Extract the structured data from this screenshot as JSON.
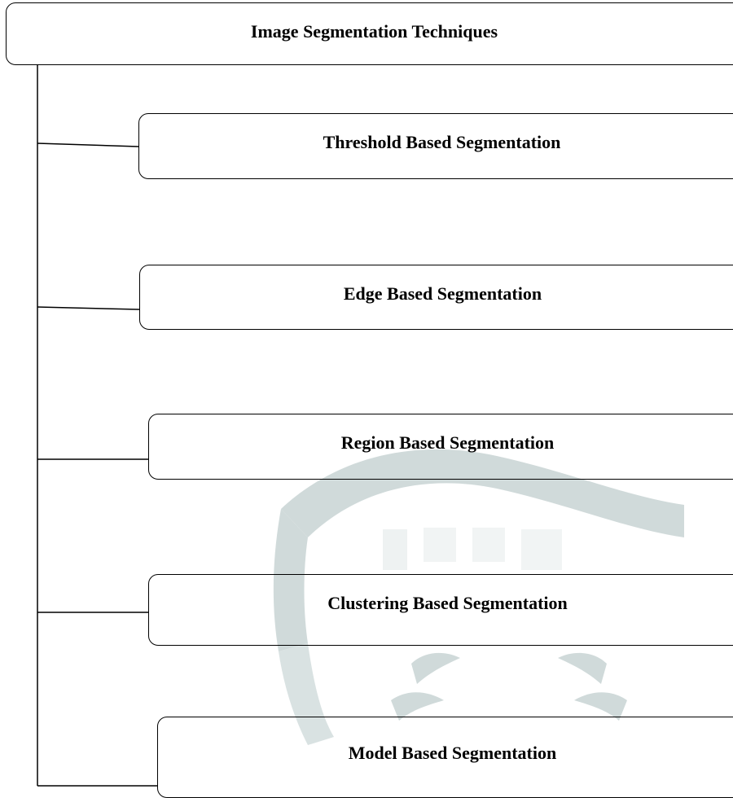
{
  "diagram": {
    "root": {
      "label": "Image Segmentation Techniques"
    },
    "children": [
      {
        "label": "Threshold Based Segmentation"
      },
      {
        "label": "Edge Based Segmentation"
      },
      {
        "label": "Region Based Segmentation"
      },
      {
        "label": "Clustering Based Segmentation"
      },
      {
        "label": "Model Based Segmentation"
      }
    ]
  },
  "colors": {
    "stroke": "#000000",
    "background": "#ffffff",
    "watermark": "#c8d4d4"
  }
}
